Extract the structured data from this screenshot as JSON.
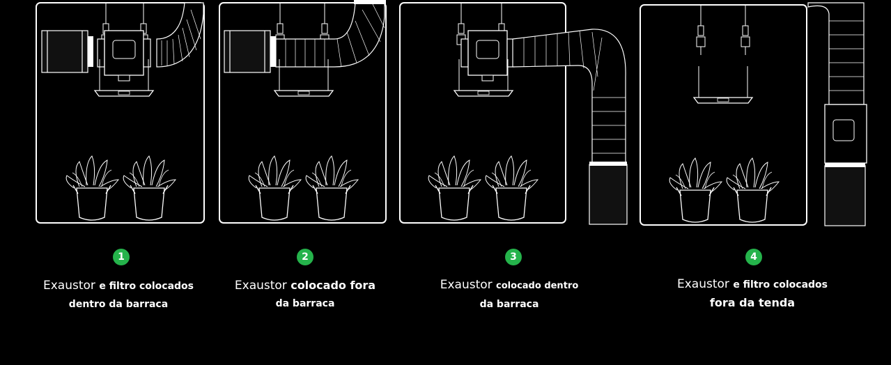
{
  "steps": [
    {
      "number": "1",
      "line1_regular": "Exaustor",
      "line1_bold": "e filtro colocados",
      "line2": "dentro da barraca"
    },
    {
      "number": "2",
      "line1_regular": "Exaustor",
      "line1_bold": "colocado fora",
      "line2": "da barraca"
    },
    {
      "number": "3",
      "line1_regular": "Exaustor",
      "line1_bold": "colocado dentro",
      "line2": "da barraca"
    },
    {
      "number": "4",
      "line1_regular": "Exaustor",
      "line1_bold": "e filtro colocados",
      "line2": "fora da tenda"
    }
  ],
  "colors": {
    "background": "#000000",
    "line": "#ffffff",
    "badge": "#25b34b"
  }
}
